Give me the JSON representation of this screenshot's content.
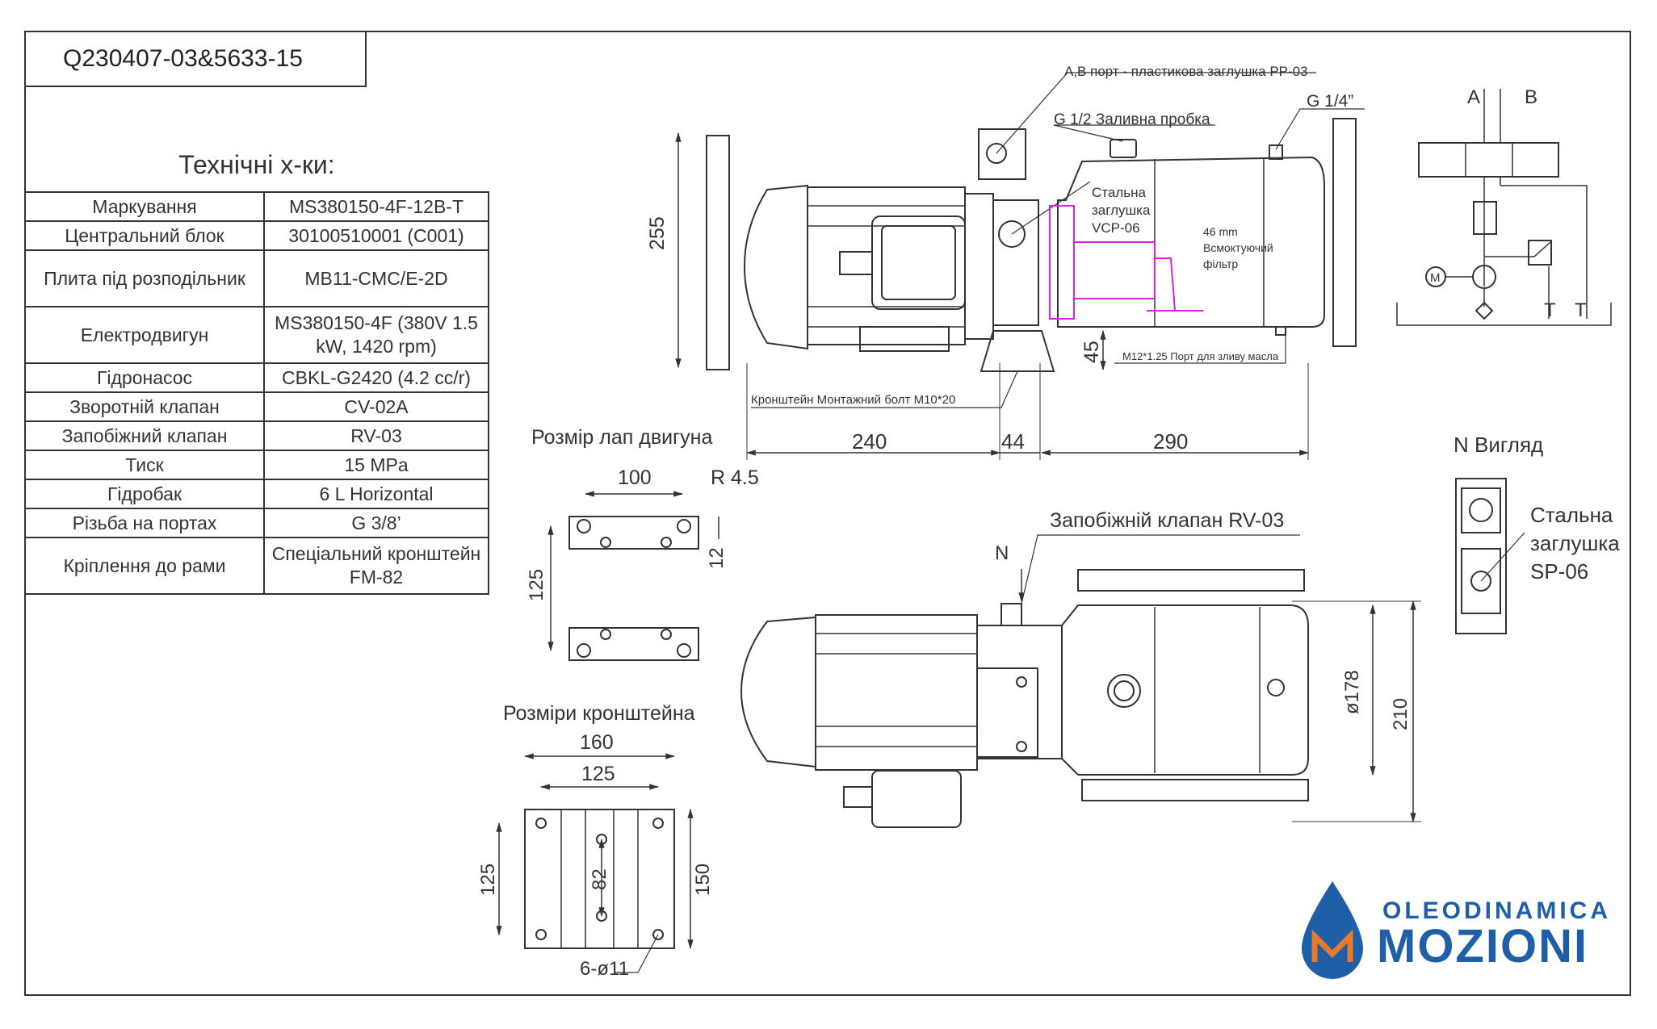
{
  "doc_id": "Q230407-03&5633-15",
  "spec": {
    "title": "Технічні х-ки:",
    "rows": [
      {
        "key": "Маркування",
        "value": "MS380150-4F-12B-T"
      },
      {
        "key": "Центральний блок",
        "value": "30100510001 (C001)"
      },
      {
        "key": "Плита під розподільник",
        "value": "MB11-CMC/E-2D"
      },
      {
        "key": "Електродвигун",
        "value": "MS380150-4F (380V 1.5 kW, 1420 rpm)"
      },
      {
        "key": "Гідронасос",
        "value": "CBKL-G2420 (4.2 cc/r)"
      },
      {
        "key": "Зворотній клапан",
        "value": "CV-02A"
      },
      {
        "key": "Запобіжний клапан",
        "value": "RV-03"
      },
      {
        "key": "Тиск",
        "value": "15 MPa"
      },
      {
        "key": "Гідробак",
        "value": "6 L Horizontal"
      },
      {
        "key": "Різьба на портах",
        "value": "G 3/8’"
      },
      {
        "key": "Кріплення до рами",
        "value": "Спеціальний кронштейн FM-82"
      }
    ]
  },
  "labels": {
    "ab_port": "A,B порт - пластикова заглушка PP-03",
    "fill_plug": "G 1/2 Заливна пробка",
    "g14": "G 1/4”",
    "steel_plug_l1": "Стальна",
    "steel_plug_l2": "заглушка",
    "steel_plug_l3": "VCP-06",
    "filter_l1": "46 mm",
    "filter_l2": "Всмоктуючий",
    "filter_l3": "фільтр",
    "drain": "M12*1.25 Порт для зливу масла",
    "bracket_bolt": "Кронштейн Монтажний болт M10*20",
    "motor_feet": "Розмір лап двигуна",
    "relief_valve": "Запобіжній клапан RV-03",
    "n_label": "N",
    "n_view": "N Вигляд",
    "sp_l1": "Стальна",
    "sp_l2": "заглушка",
    "sp_l3": "SP-06",
    "bracket_dims": "Розміри кронштейна",
    "holes": "6-ø11",
    "a": "A",
    "b": "B",
    "t1": "T",
    "t2": "T",
    "motor_m": "M"
  },
  "dims": {
    "d255": "255",
    "d45": "45",
    "d240": "240",
    "d44": "44",
    "d290": "290",
    "d100": "100",
    "r45": "R 4.5",
    "d12": "12",
    "d125a": "125",
    "d178": "ø178",
    "d210": "210",
    "d160": "160",
    "d125b": "125",
    "d125c": "125",
    "d82": "82",
    "d150": "150"
  },
  "logo": {
    "top": "OLEODINAMICA",
    "main": "MOZIONI"
  },
  "colors": {
    "line": "#333333",
    "highlight": "#e020e0",
    "brand": "#1f5fa8",
    "brand_orange": "#e8792b"
  }
}
